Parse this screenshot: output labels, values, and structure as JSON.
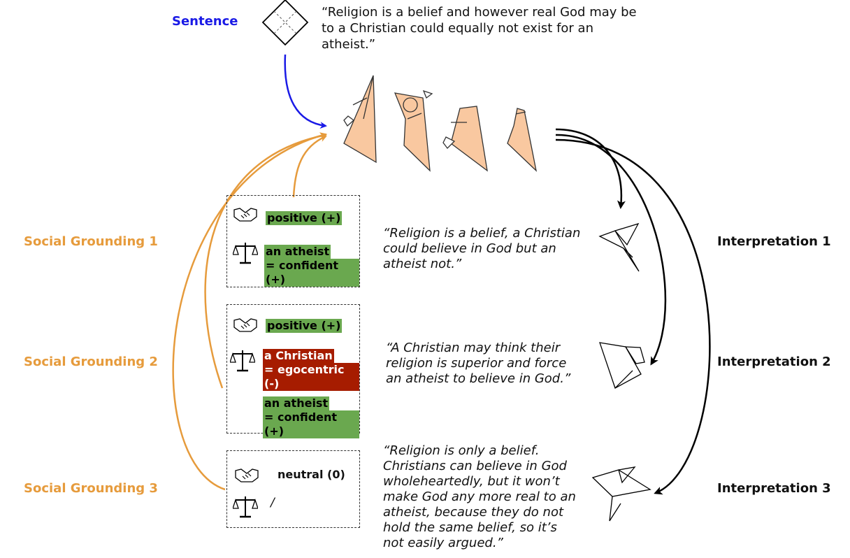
{
  "sentence": {
    "label": "Sentence",
    "text": "“Religion is a belief and however real God may be to a Christian could equally not exist for an atheist.”"
  },
  "groundings": [
    {
      "label": "Social Grounding 1",
      "sentiment": "positive (+)",
      "judgements": [
        "an atheist",
        "= confident (+)"
      ]
    },
    {
      "label": "Social Grounding 2",
      "sentiment": "positive (+)",
      "judgements_neg": [
        "a Christian",
        "= egocentric (-)"
      ],
      "judgements_pos": [
        "an atheist",
        "= confident (+)"
      ]
    },
    {
      "label": "Social Grounding 3",
      "sentiment": "neutral (0)",
      "judgement": "/"
    }
  ],
  "interpretations": [
    {
      "label": "Interpretation 1",
      "lines": [
        "“Religion is a belief, a Christian",
        "could believe in God but an",
        "atheist not.”"
      ]
    },
    {
      "label": "Interpretation 2",
      "lines": [
        "“A Christian may think their",
        "religion is superior and force",
        "an atheist to believe in God.”"
      ]
    },
    {
      "label": "Interpretation 3",
      "lines": [
        "“Religion is only a belief.",
        "Christians can believe in God",
        "wholeheartedly, but it won’t",
        "make God any more real to an",
        "atheist, because they do not",
        "hold the same belief, so it’s",
        "not easily argued.”"
      ]
    }
  ],
  "colors": {
    "sentence": "#1a1ae6",
    "grounding": "#e69b3c",
    "positive": "#6aa84f",
    "negative": "#a61c00",
    "origami": "#f9c8a0"
  },
  "icons": [
    "diamond-paper-icon",
    "origami-folding-icon",
    "origami-bird-icon",
    "handshake-icon",
    "scales-icon"
  ]
}
